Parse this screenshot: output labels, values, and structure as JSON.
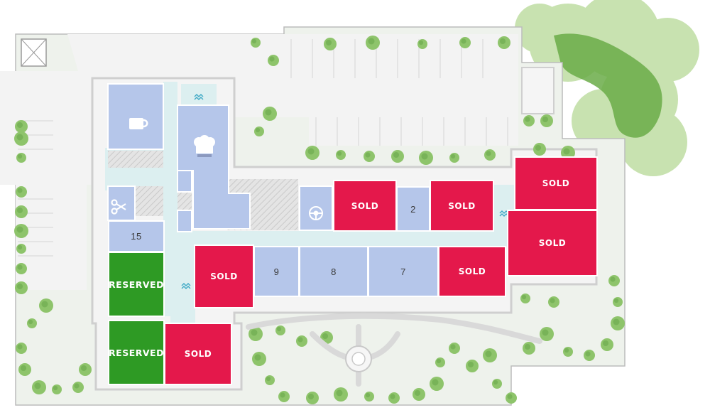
{
  "colors": {
    "sold": "#e4184b",
    "reserved": "#2e9a24",
    "available": "#b5c6ea",
    "amenity": "#b5c6ea",
    "corridor": "#dceff0",
    "grass": "#eef2ec",
    "tree": "#8ec46b",
    "tree_dark": "#4f9436",
    "canopy": "#b6d996",
    "paving": "#f1f1f1",
    "building_edge": "#cfcfcf"
  },
  "units": [
    {
      "label": "SOLD",
      "status": "sold"
    },
    {
      "label": "2",
      "status": "available"
    },
    {
      "label": "SOLD",
      "status": "sold"
    },
    {
      "label": "SOLD",
      "status": "sold"
    },
    {
      "label": "SOLD",
      "status": "sold"
    },
    {
      "label": "15",
      "status": "available"
    },
    {
      "label": "RESERVED",
      "status": "reserved"
    },
    {
      "label": "SOLD",
      "status": "sold"
    },
    {
      "label": "9",
      "status": "available"
    },
    {
      "label": "8",
      "status": "available"
    },
    {
      "label": "7",
      "status": "available"
    },
    {
      "label": "SOLD",
      "status": "sold"
    },
    {
      "label": "RESERVED",
      "status": "reserved"
    },
    {
      "label": "SOLD",
      "status": "sold"
    }
  ],
  "icons": [
    "coffee-cup-icon",
    "chef-hat-icon",
    "scissors-icon",
    "steering-wheel-icon",
    "pool-wave-icon",
    "elevator-icon"
  ]
}
